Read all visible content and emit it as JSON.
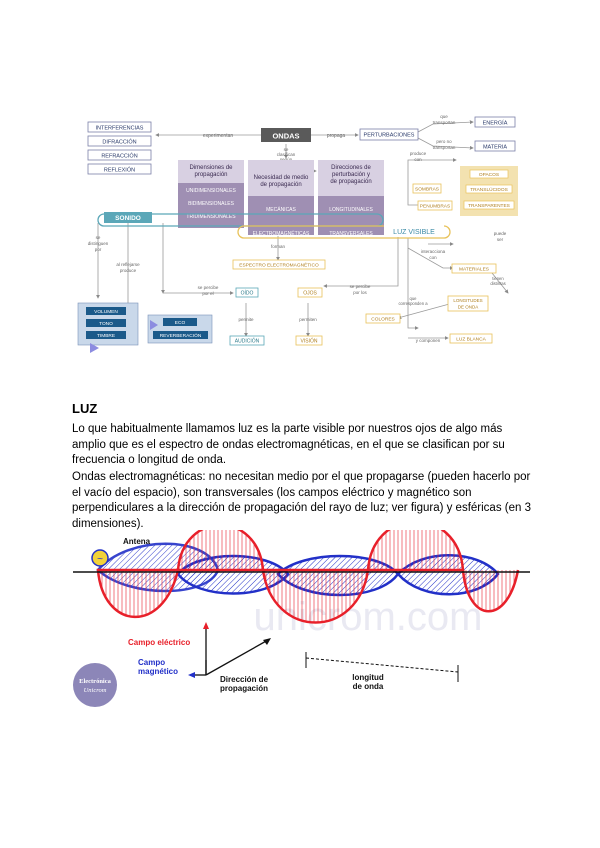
{
  "concept_map": {
    "phenomena": [
      "INTERFERENCIAS",
      "DIFRACCIÓN",
      "REFRACCIÓN",
      "REFLEXIÓN"
    ],
    "experimentan": "experimentan",
    "ondas": "ONDAS",
    "propaga": "propaga",
    "perturbaciones": "PERTURBACIONES",
    "que_transportan": [
      "que",
      "transportan"
    ],
    "energia": "ENERGÍA",
    "pero_no_transportan": [
      "pero no",
      "transportan"
    ],
    "materia": "MATERIA",
    "se_clasifican_segun": [
      "se",
      "clasifican",
      "según"
    ],
    "dimensiones": [
      "Dimensiones de",
      "propagación"
    ],
    "dim_items": [
      "UNIDIMENSIONALES",
      "BIDIMENSIONALES",
      "TRIDIMENSIONALES"
    ],
    "necesidad": [
      "Necesidad de medio",
      "de propagación"
    ],
    "necesidad_items": [
      "MECÁNICAS",
      "ELECTROMAGNÉTICAS"
    ],
    "direcciones": [
      "Direcciones de",
      "perturbación y",
      "de propagación"
    ],
    "direcciones_items": [
      "LONGITUDINALES",
      "TRANSVERSALES"
    ],
    "sonido": "SONIDO",
    "luz_visible": "LUZ VISIBLE",
    "forman": "forman",
    "espectro": "ESPECTRO ELECTROMAGNÉTICO",
    "se_distinguen_por": [
      "se",
      "distinguen",
      "por"
    ],
    "volumen": "VOLUMEN",
    "tono": "TONO",
    "timbre": "TIMBRE",
    "al_reflejarse": [
      "al reflejarse",
      "produce"
    ],
    "eco": "ECO",
    "reverberacion": "REVERBERACIÓN",
    "se_percibe_por": [
      "se percibe",
      "por el"
    ],
    "oido": "OÍDO",
    "permite": "permite",
    "audicion": "AUDICIÓN",
    "se_percibe_por_los": [
      "se percibe",
      "por los"
    ],
    "ojos": "OJOS",
    "permiten": "permiten",
    "vision": "VISIÓN",
    "produce_con": [
      "produce",
      "con"
    ],
    "sombras": "SOMBRAS",
    "penumbras": "PENUMBRAS",
    "opacos": "OPACOS",
    "translucidos": "TRANSLÚCIDOS",
    "transparentes": "TRANSPARENTES",
    "puede_ser": [
      "puede",
      "ser"
    ],
    "interacciona_con": [
      "interacciona",
      "con"
    ],
    "materiales": "MATERIALES",
    "cada_una": [
      "tienen",
      "distintas"
    ],
    "longitudes": [
      "LONGITUDES",
      "DE ONDA"
    ],
    "colores": "COLORES",
    "que_corresponden": [
      "que",
      "corresponden a"
    ],
    "y_componen": "y componen",
    "luz_blanca": "LUZ BLANCA"
  },
  "heading": "LUZ",
  "paragraph1": "Lo que habitualmente llamamos luz es la parte visible por nuestros ojos de algo más amplio que es el espectro de ondas electromagnéticas, en el que se clasifican por su frecuencia o longitud de onda.",
  "paragraph2": "Ondas electromagnéticas: no necesitan medio por el que propagarse (pueden hacerlo por el vacío del espacio), son transversales (los campos eléctrico y magnético son perpendiculares a la dirección de propagación del rayo de luz; ver figura) y esféricas (en 3 dimensiones).",
  "wave_figure": {
    "antena": "Antena",
    "campo_electrico": "Campo eléctrico",
    "campo_magnetico": [
      "Campo",
      "magnético"
    ],
    "direccion": [
      "Dirección de",
      "propagación"
    ],
    "longitud": [
      "longitud",
      "de onda"
    ],
    "watermark": "unicrom.com",
    "logo": [
      "Electrónica",
      "Unicrom"
    ],
    "colors": {
      "electric": "#e8202a",
      "magnetic": "#2230c8",
      "axis": "#111111"
    }
  }
}
